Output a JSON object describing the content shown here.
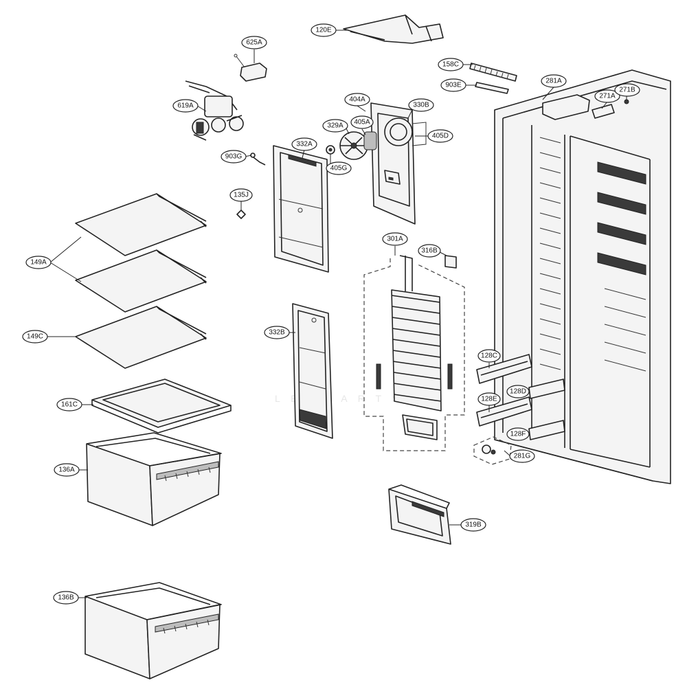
{
  "callouts": [
    {
      "id": "120e",
      "label": "120E"
    },
    {
      "id": "625a",
      "label": "625A"
    },
    {
      "id": "158c",
      "label": "158C"
    },
    {
      "id": "903e",
      "label": "903E"
    },
    {
      "id": "281a",
      "label": "281A"
    },
    {
      "id": "271a",
      "label": "271A"
    },
    {
      "id": "271b",
      "label": "271B"
    },
    {
      "id": "619a",
      "label": "619A"
    },
    {
      "id": "404a",
      "label": "404A"
    },
    {
      "id": "330b",
      "label": "330B"
    },
    {
      "id": "329a",
      "label": "329A"
    },
    {
      "id": "405a",
      "label": "405A"
    },
    {
      "id": "405d",
      "label": "405D"
    },
    {
      "id": "903g",
      "label": "903G"
    },
    {
      "id": "332a",
      "label": "332A"
    },
    {
      "id": "405g",
      "label": "405G"
    },
    {
      "id": "135j",
      "label": "135J"
    },
    {
      "id": "149a",
      "label": "149A"
    },
    {
      "id": "301a",
      "label": "301A"
    },
    {
      "id": "316b",
      "label": "316B"
    },
    {
      "id": "149c",
      "label": "149C"
    },
    {
      "id": "332b",
      "label": "332B"
    },
    {
      "id": "128c",
      "label": "128C"
    },
    {
      "id": "128d",
      "label": "128D"
    },
    {
      "id": "128e",
      "label": "128E"
    },
    {
      "id": "161c",
      "label": "161C"
    },
    {
      "id": "128f",
      "label": "128F"
    },
    {
      "id": "281g",
      "label": "281G"
    },
    {
      "id": "136a",
      "label": "136A"
    },
    {
      "id": "319b",
      "label": "319B"
    },
    {
      "id": "136b",
      "label": "136B"
    }
  ],
  "watermark": "L E A   P A R T S"
}
